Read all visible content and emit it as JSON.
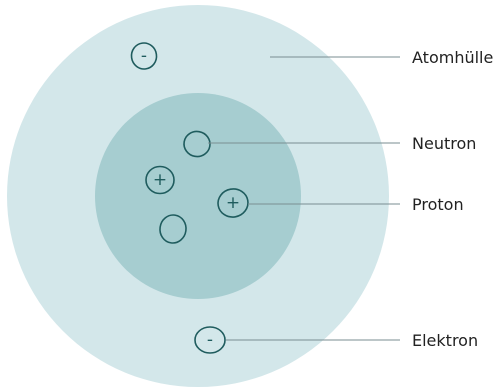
{
  "diagram": {
    "labels": {
      "shell": "Atomhülle",
      "neutron": "Neutron",
      "proton": "Proton",
      "electron": "Elektron"
    },
    "signs": {
      "electron_top": "-",
      "proton_left": "+",
      "proton_right": "+",
      "electron_bottom": "-"
    },
    "colors": {
      "shell": "#d3e7ea",
      "nucleus": "#a6cdd0",
      "particle_stroke": "#1f5c5e",
      "leader": "#7a8e92"
    }
  }
}
